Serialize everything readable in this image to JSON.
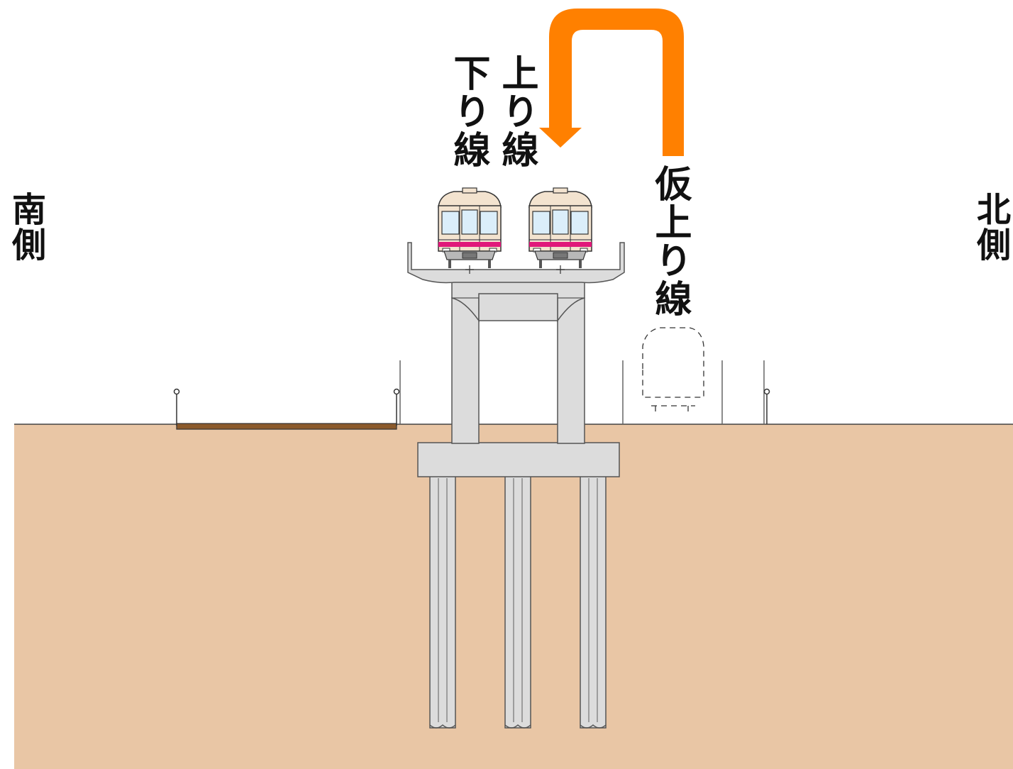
{
  "labels": {
    "south_side": "南側",
    "north_side": "北側",
    "down_line": "下り線",
    "up_line": "上り線",
    "temp_up_line": "仮上り線"
  },
  "colors": {
    "soil": "#e9c6a5",
    "concrete": "#dcdcdc",
    "concrete_outline": "#555555",
    "arrow": "#ff8000",
    "train_body": "#f3e3cf",
    "train_window": "#dbeefa",
    "train_stripe": "#e0187a",
    "drain": "#8b5a2b"
  },
  "icons": {
    "arrow": "curved-shift-arrow-icon",
    "train": "train-front-icon"
  }
}
